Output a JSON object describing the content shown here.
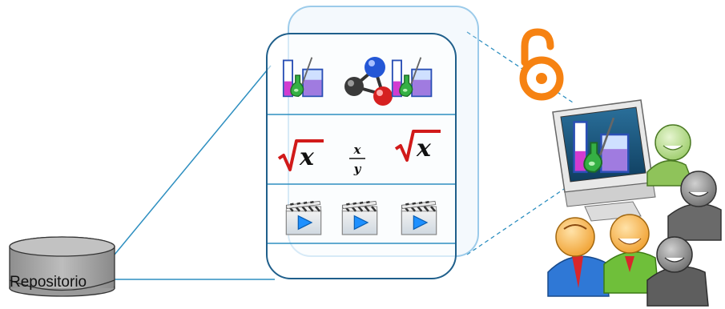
{
  "repository": {
    "label": "Repositorio"
  },
  "resources": {
    "row1": [
      "beaker-icon",
      "molecule-icon",
      "beaker-icon"
    ],
    "row2": {
      "formula_numerator": "x",
      "formula_denominator": "y",
      "icons": [
        "square-root-x-icon",
        "fraction-x-over-y-icon",
        "square-root-x-icon"
      ]
    },
    "row3": [
      "video-clapper-icon",
      "video-clapper-icon",
      "video-clapper-icon"
    ],
    "sqrt_variable": "x"
  },
  "open_access": {
    "icon": "open-access-lock-icon",
    "color": "#F68212"
  },
  "users": {
    "icons": [
      "user-green-icon",
      "user-gray-icon",
      "user-blue-icon",
      "user-green-icon",
      "user-gray-icon"
    ]
  },
  "colors": {
    "line": "#2E8FC0",
    "panel_border": "#1F5F8B",
    "overlay_border": "#9CCBEA"
  }
}
